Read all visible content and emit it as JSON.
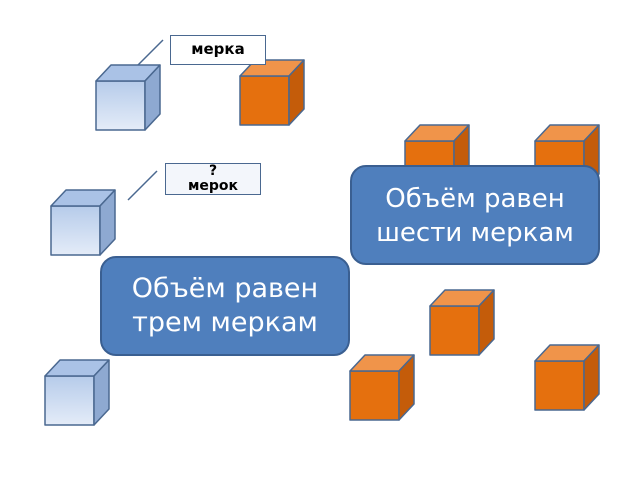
{
  "labels": {
    "merka": "мерка",
    "unknown_mark": "?",
    "unknown_text": "мерок"
  },
  "results": {
    "six": {
      "line1": "Объём равен",
      "line2": "шести меркам"
    },
    "three": {
      "line1": "Объём равен",
      "line2": "трем меркам"
    }
  },
  "colors": {
    "blue_cube_front": "#c9d8ef",
    "blue_cube_top": "#aac2e6",
    "blue_cube_side": "#8ea9d1",
    "orange_cube_front": "#e5700e",
    "orange_cube_top": "#f0944a",
    "orange_cube_side": "#c45c0a",
    "cube_edge": "#4a6890",
    "result_fill": "#4f7fbd"
  }
}
